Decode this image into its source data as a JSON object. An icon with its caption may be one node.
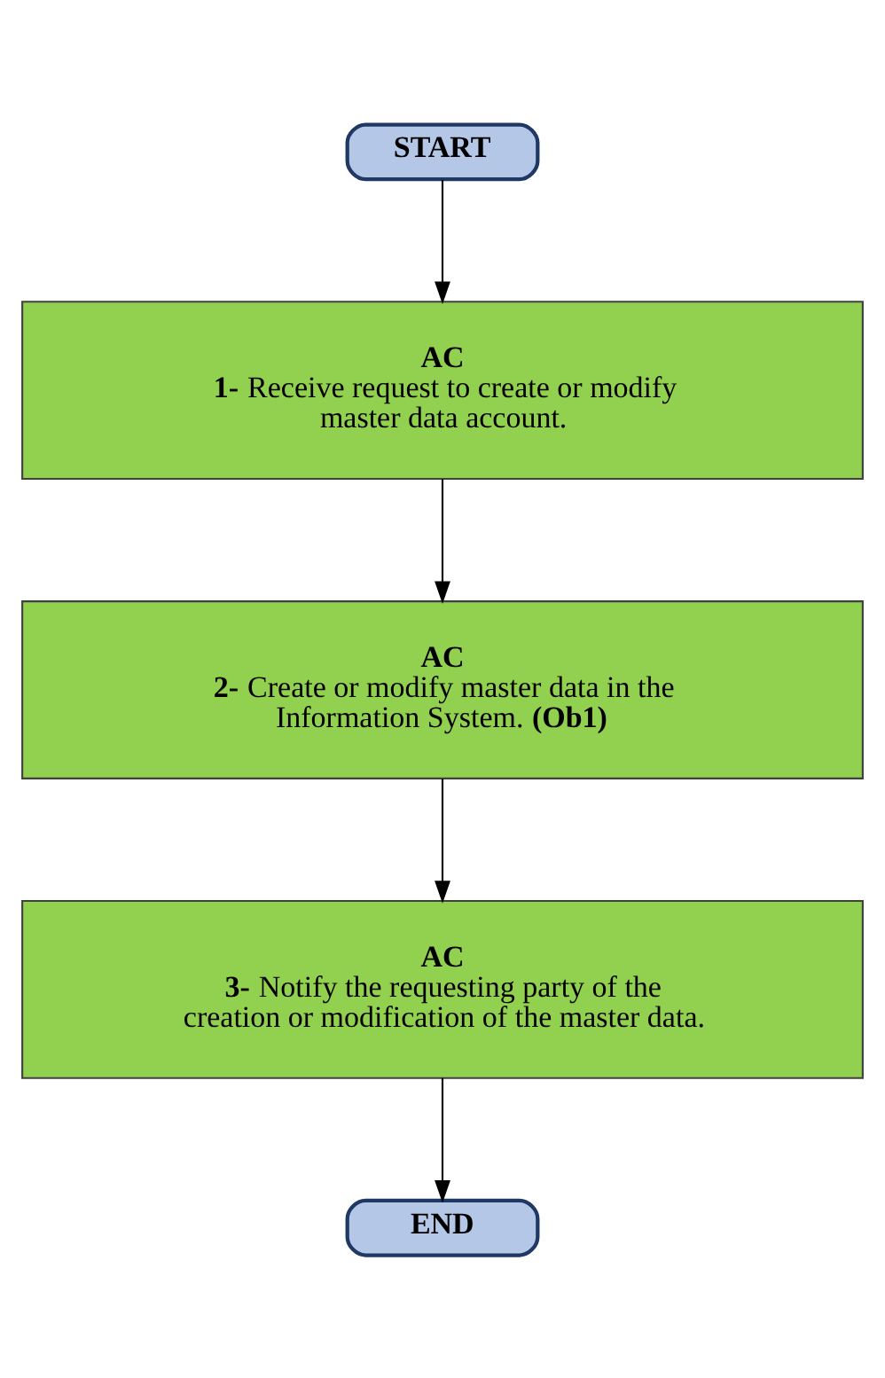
{
  "diagram": {
    "nodes": [
      {
        "text": [
          "START"
        ]
      },
      {
        "text": [
          "AC",
          "**1-** Receive request to create or modify master data account."
        ]
      },
      {
        "text": [
          "AC",
          "**2-** Create or modify master data in the Information System. **(Ob1)**"
        ]
      },
      {
        "text": [
          "AC",
          "**3-** Notify the requesting party of the creation or modification of the master data."
        ]
      },
      {
        "text": [
          "END"
        ]
      }
    ],
    "edges": [
      {
        "from": 0,
        "to": 1,
        "arrow": "to"
      },
      {
        "from": 1,
        "to": 2,
        "arrow": "to"
      },
      {
        "from": 2,
        "to": 3,
        "arrow": "to"
      },
      {
        "from": 3,
        "to": 4,
        "arrow": "to"
      }
    ]
  }
}
